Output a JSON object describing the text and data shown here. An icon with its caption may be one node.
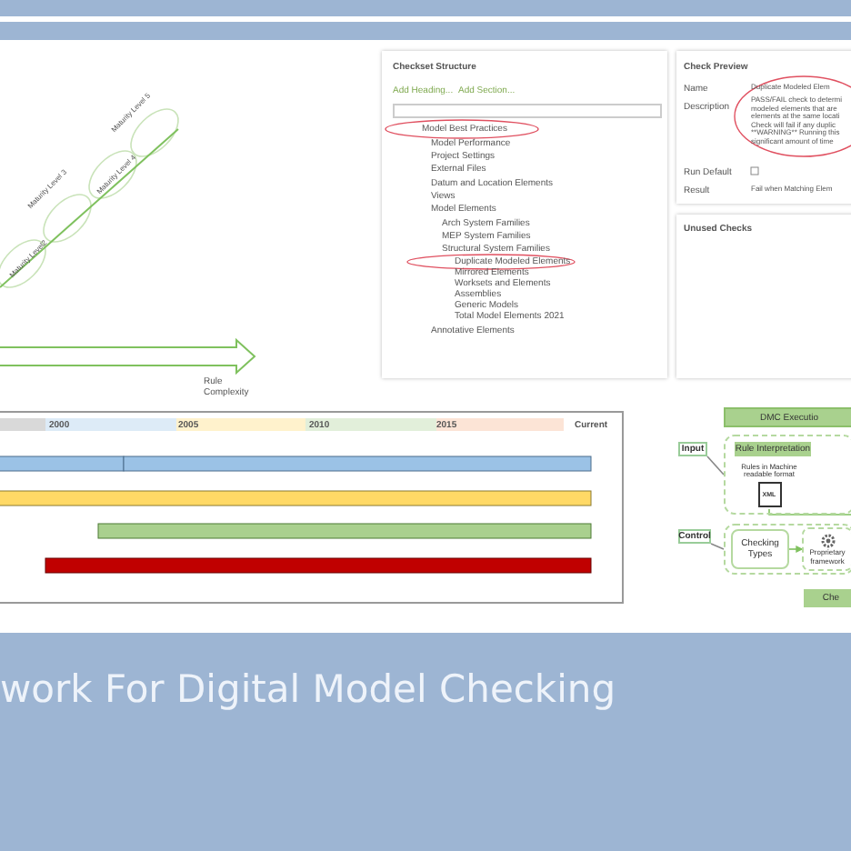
{
  "diagram": {
    "title": "work For Digital Model Checking",
    "nodes": [
      {
        "text": [
          "DMC Executio"
        ]
      },
      {
        "text": [
          "Input"
        ]
      },
      {
        "text": [],
        "shape": "box"
      },
      {
        "text": [
          "Rule Interpretation"
        ],
        "in": 2
      },
      {
        "text": [
          "Rules in Machine readable format",
          "XML"
        ],
        "in": 2
      },
      {
        "text": [
          "Control"
        ]
      },
      {
        "text": [],
        "shape": "box"
      },
      {
        "text": [
          "Checking Types"
        ],
        "in": 6
      },
      {
        "text": [
          "Proprietary framework"
        ],
        "in": 6
      },
      {
        "text": [
          "Che"
        ]
      }
    ],
    "edges": [
      {
        "from": 1,
        "to": 2,
        "arrow": "none"
      },
      {
        "from": 5,
        "to": 6,
        "arrow": "none"
      },
      {
        "from": 7,
        "to": 8,
        "arrow": "to"
      },
      {
        "from": 4,
        "to": null,
        "arrow": "none"
      }
    ],
    "labels": [
      "Maturity Level 5",
      "Maturity Level 3",
      "Maturity Level 4",
      "Maturity Level2",
      "Rule Complexity",
      "Checkset Structure",
      "Add Heading...",
      "Add Section...",
      "Model Best Practices",
      "Model Performance",
      "Project Settings",
      "External Files",
      "Datum and Location Elements",
      "Views",
      "Model Elements",
      "Arch System Families",
      "MEP System Families",
      "Structural System Families",
      "Duplicate Modeled Elements",
      "Mirrored Elements",
      "Worksets and Elements",
      "Assemblies",
      "Generic Models",
      "Total Model Elements 2021",
      "Annotative Elements",
      "Check Preview",
      "Name",
      "Duplicate Modeled Elem",
      "Description",
      "PASS/FAIL check to determi modeled elements that are elements at the same locati Check will fail if any duplic **WARNING** Running this significant amount of time",
      "Run Default",
      "Result",
      "Fail when Matching Elem",
      "Unused Checks",
      "2000",
      "2005",
      "2010",
      "2015",
      "Current"
    ]
  }
}
